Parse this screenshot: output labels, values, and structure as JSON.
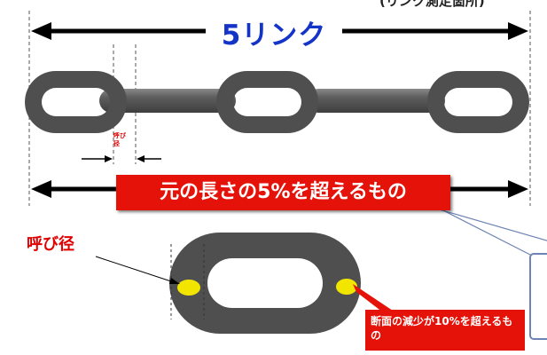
{
  "top_label": "(リンク測定箇所)",
  "five_links_label": "5リンク",
  "nominal_diameter_small": "呼び径",
  "elongation_banner": "元の長さの5%を超えるもの",
  "nominal_diameter_label": "呼び径",
  "section_reduction_note": "断面の減少が10%を超えるもの",
  "colors": {
    "link_fill": "#4f4f4f",
    "arrow": "#000000",
    "five_links_text": "#1434c8",
    "banner_red": "#e51209",
    "section_yellow": "#f2e600",
    "callout_line": "#6d84b4"
  }
}
